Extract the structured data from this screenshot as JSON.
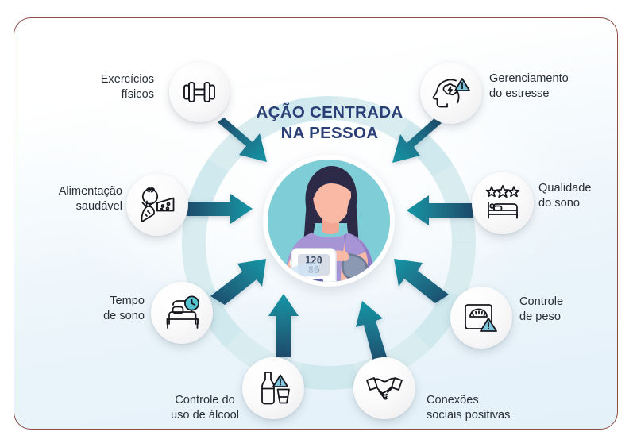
{
  "figure": {
    "title": "AÇÃO CENTRADA\nNA PESSOA",
    "title_color": "#2b3f77",
    "frame_border_color": "#8f4a44",
    "background_top_color": "#ffffff",
    "background_bottom_color": "#e4f1f9",
    "ring_color": "#cfe9ee",
    "arrow_tail_color": "#1e4a6b",
    "arrow_head_color": "#1896a5"
  },
  "center": {
    "illustration_name": "woman-measuring-blood-pressure",
    "monitor_systolic": "120",
    "monitor_diastolic": "80",
    "disc_color": "#7fcdd6"
  },
  "nodes": [
    {
      "id": "exercicios-fisicos",
      "label": "Exercícios\nfísicos",
      "icon": "dumbbell-icon",
      "label_side": "left"
    },
    {
      "id": "alimentacao-saudavel",
      "label": "Alimentação\nsaudável",
      "icon": "healthy-food-icon",
      "label_side": "left"
    },
    {
      "id": "tempo-de-sono",
      "label": "Tempo\nde sono",
      "icon": "bed-clock-icon",
      "label_side": "left"
    },
    {
      "id": "controle-do-uso-de-alcool",
      "label": "Controle do\nuso de álcool",
      "icon": "alcohol-warning-icon",
      "label_side": "left"
    },
    {
      "id": "conexoes-sociais-positivas",
      "label": "Conexões\nsociais positivas",
      "icon": "handshake-icon",
      "label_side": "right"
    },
    {
      "id": "controle-de-peso",
      "label": "Controle\nde peso",
      "icon": "scale-warning-icon",
      "label_side": "right"
    },
    {
      "id": "qualidade-do-sono",
      "label": "Qualidade\ndo sono",
      "icon": "bed-stars-icon",
      "label_side": "right"
    },
    {
      "id": "gerenciamento-do-estresse",
      "label": "Gerenciamento\ndo estresse",
      "icon": "head-stress-icon",
      "label_side": "right"
    }
  ]
}
